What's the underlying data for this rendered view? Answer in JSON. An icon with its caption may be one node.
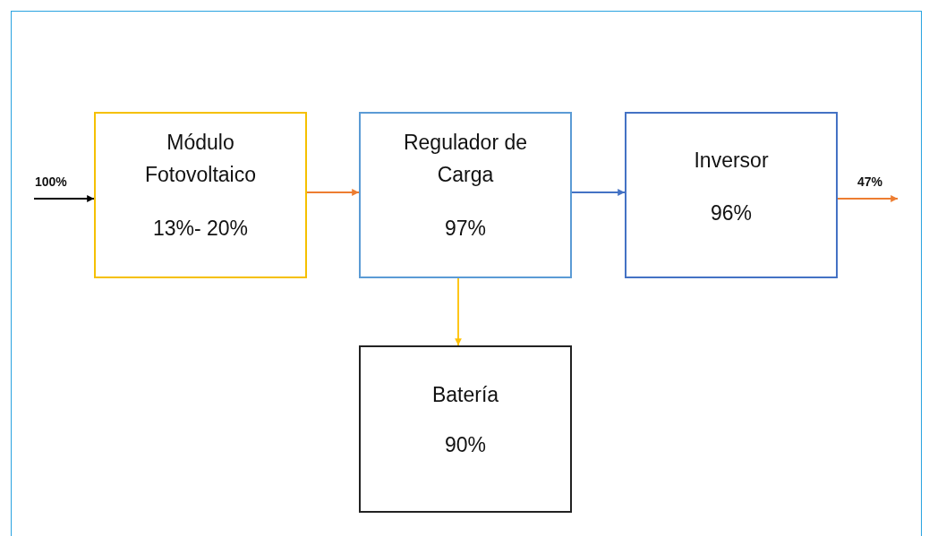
{
  "diagram": {
    "nodes": [
      {
        "text": [
          "Módulo Fotovoltaico",
          "13%- 20%"
        ]
      },
      {
        "text": [
          "Regulador de Carga",
          "97%"
        ]
      },
      {
        "text": [
          "Inversor",
          "96%"
        ]
      },
      {
        "text": [
          "Batería",
          "90%"
        ]
      }
    ],
    "edges": [
      {
        "from": null,
        "to": 0,
        "arrow": "to",
        "label": "100%",
        "color": "#000000"
      },
      {
        "from": 0,
        "to": 1,
        "arrow": "to",
        "color": "#ed7d31"
      },
      {
        "from": 1,
        "to": 2,
        "arrow": "to",
        "color": "#4472c4"
      },
      {
        "from": 1,
        "to": 3,
        "arrow": "to",
        "color": "#ffc000"
      },
      {
        "from": 2,
        "to": null,
        "arrow": "to",
        "label": "47%",
        "color": "#ed7d31"
      }
    ]
  }
}
